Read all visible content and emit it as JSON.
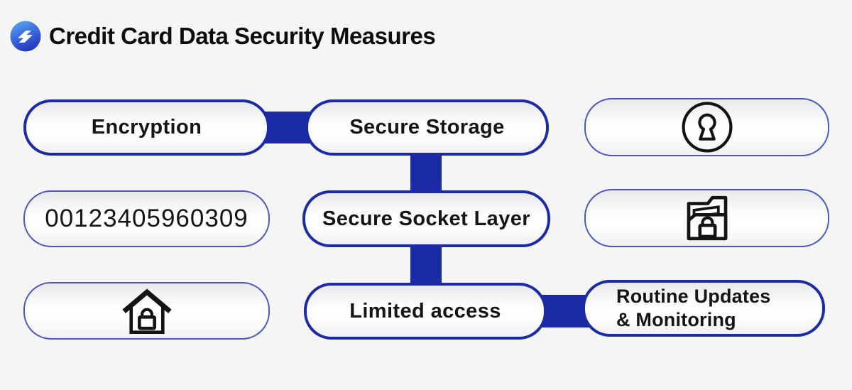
{
  "header": {
    "title": "Credit Card Data Security Measures",
    "logo_icon": "flash-sphere-logo"
  },
  "colors": {
    "background": "#f5f5f6",
    "connector_blue": "#1b2ba6",
    "thick_border_blue": "#1b2ba6",
    "thin_border_blue": "#4a56c5",
    "text": "#151515",
    "icon_stroke": "#141414"
  },
  "boxes": {
    "encryption": {
      "label": "Encryption"
    },
    "secure_storage": {
      "label": "Secure Storage"
    },
    "keyhole": {
      "icon": "keyhole-circle-icon"
    },
    "card_number": {
      "value": "00123405960309"
    },
    "ssl": {
      "label": "Secure Socket Layer"
    },
    "folder": {
      "icon": "locked-folder-icon"
    },
    "house": {
      "icon": "locked-house-icon"
    },
    "limited_access": {
      "label": "Limited access"
    },
    "routine": {
      "line1": "Routine Updates",
      "line2": "& Monitoring"
    }
  },
  "connections": [
    "encryption -> secure_storage",
    "secure_storage -> ssl",
    "ssl -> limited_access",
    "limited_access -> routine"
  ]
}
